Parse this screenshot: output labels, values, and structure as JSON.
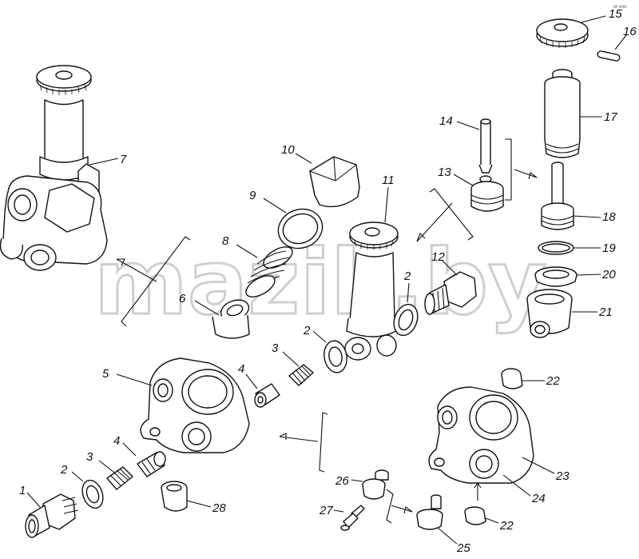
{
  "watermark": "mazik.by",
  "corner_code": "ИР 0090",
  "labels": {
    "l1": "1",
    "l2a": "2",
    "l2b": "2",
    "l2c": "2",
    "l3a": "3",
    "l3b": "3",
    "l4a": "4",
    "l4b": "4",
    "l5": "5",
    "l6": "6",
    "l7": "7",
    "l8": "8",
    "l9": "9",
    "l10": "10",
    "l11": "11",
    "l12": "12",
    "l13": "13",
    "l14": "14",
    "l15": "15",
    "l16": "16",
    "l17": "17",
    "l18": "18",
    "l19": "19",
    "l20": "20",
    "l21": "21",
    "l22a": "22",
    "l22b": "22",
    "l23": "23",
    "l24": "24",
    "l25": "25",
    "l26": "26",
    "l27": "27",
    "l28": "28"
  }
}
